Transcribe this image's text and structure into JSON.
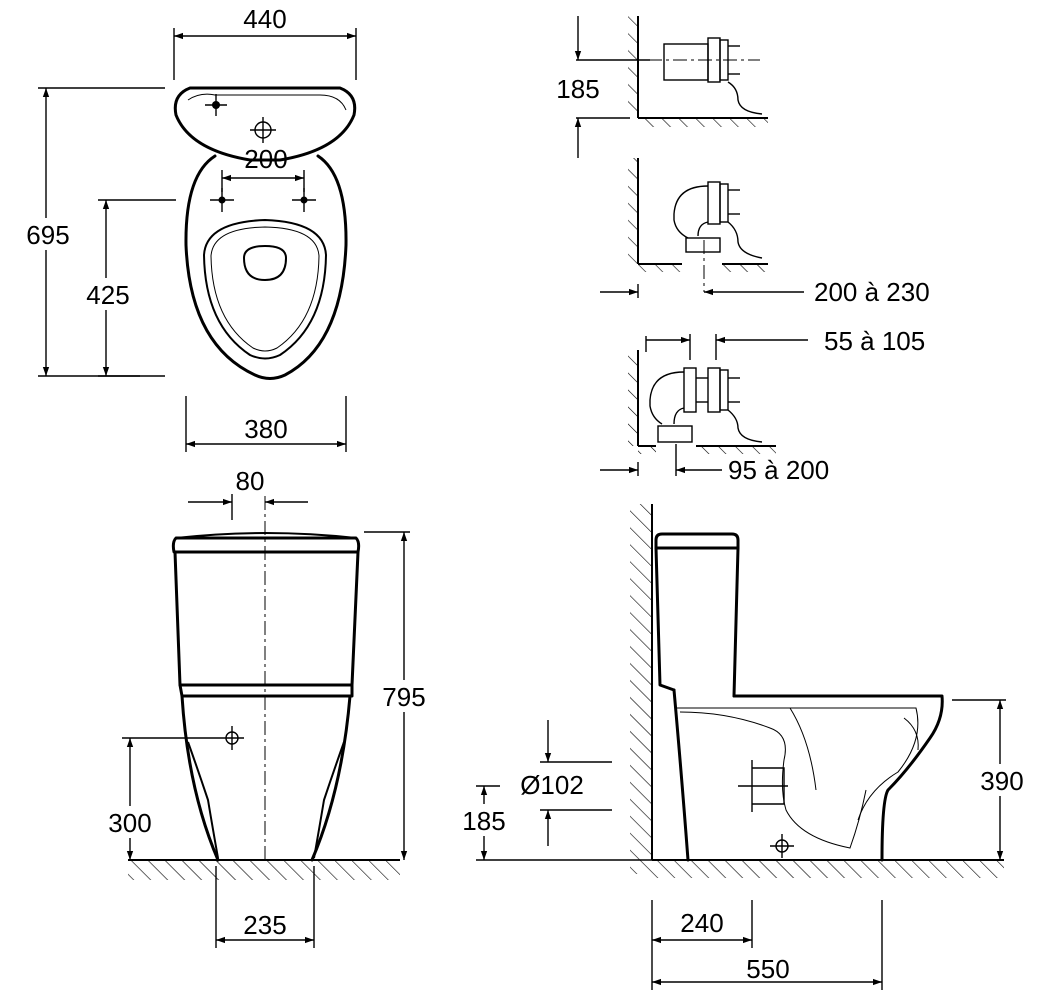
{
  "dimensions": {
    "top_width": "440",
    "total_length": "695",
    "bowl_length": "425",
    "fixing_spacing": "200",
    "seat_width": "380",
    "front_offset": "80",
    "height": "795",
    "fixing_height": "300",
    "base_width": "235",
    "rear_outlet_height": "185",
    "bend_range": "200 à 230",
    "offset_range": "55 à 105",
    "floor_range": "95 à 200",
    "outlet_diameter": "Ø102",
    "outlet_height": "185",
    "bowl_height": "390",
    "base_depth": "240",
    "total_depth": "550"
  }
}
